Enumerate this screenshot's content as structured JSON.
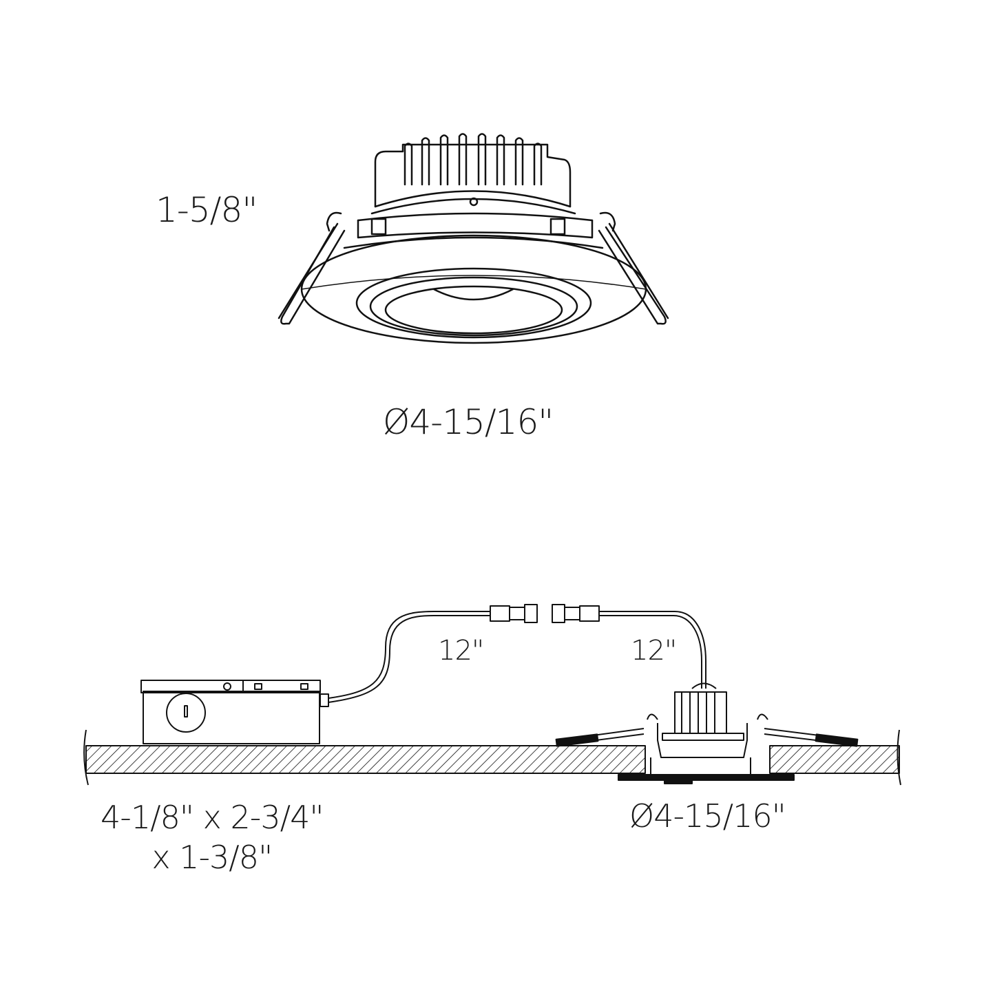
{
  "top_view": {
    "height_label": "1-5/8\"",
    "diameter_label": "Ø4-15/16\""
  },
  "installation_view": {
    "driver_cable_label": "12\"",
    "fixture_cable_label": "12\"",
    "driver_box_dims_line1": "4-1/8\" x 2-3/4\"",
    "driver_box_dims_line2": "x 1-3/8\"",
    "fixture_diameter_label": "Ø4-15/16\""
  },
  "colors": {
    "line": "#111111",
    "background": "#ffffff"
  }
}
